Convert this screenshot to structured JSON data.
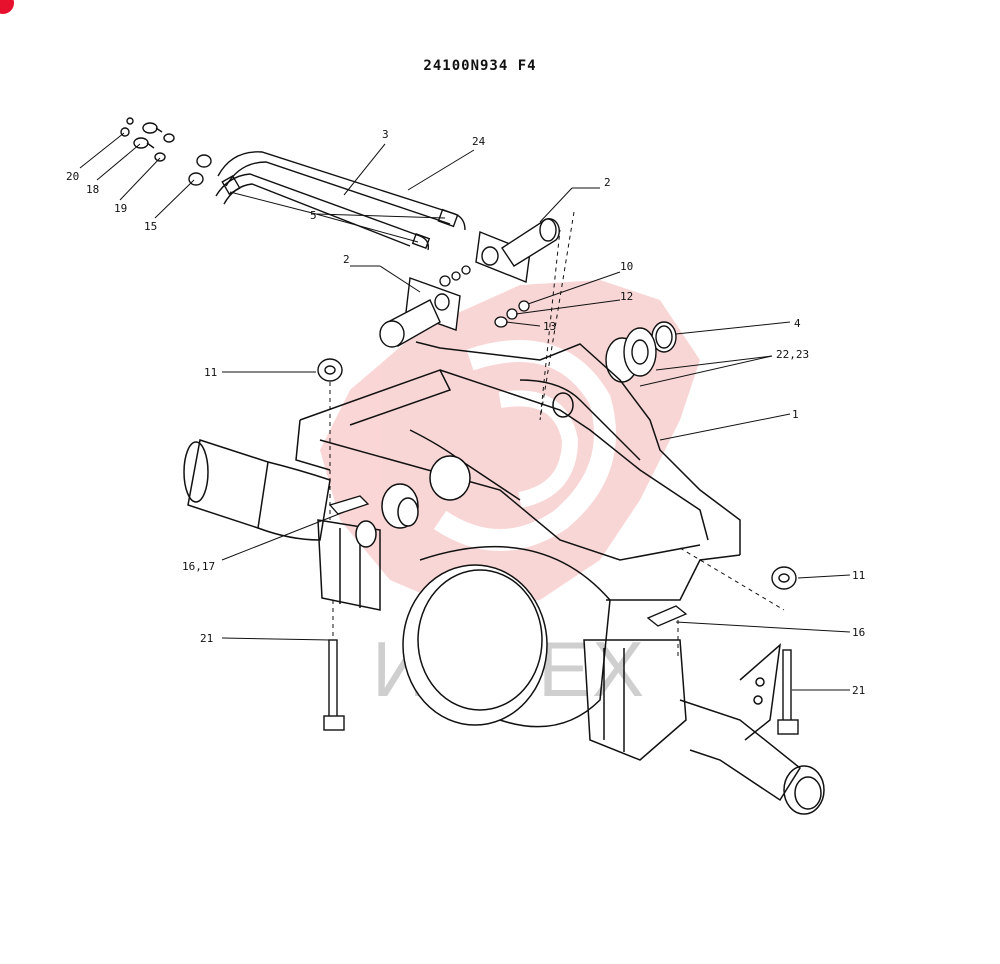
{
  "title": "24100N934 F4",
  "watermark": {
    "text": "ИНТЕХ",
    "logo_color": "#f2a3a3",
    "text_color": "#c9c9c9"
  },
  "accent_color": "#e8112d",
  "labels": {
    "l20": "20",
    "l18": "18",
    "l19": "19",
    "l15": "15",
    "l3": "3",
    "l24": "24",
    "l5": "5",
    "l2a": "2",
    "l2b": "2",
    "l10": "10",
    "l12": "12",
    "l13": "13",
    "l4": "4",
    "l2223": "22,23",
    "l11a": "11",
    "l1": "1",
    "l1617": "16,17",
    "l11b": "11",
    "l16": "16",
    "l21a": "21",
    "l21b": "21"
  }
}
